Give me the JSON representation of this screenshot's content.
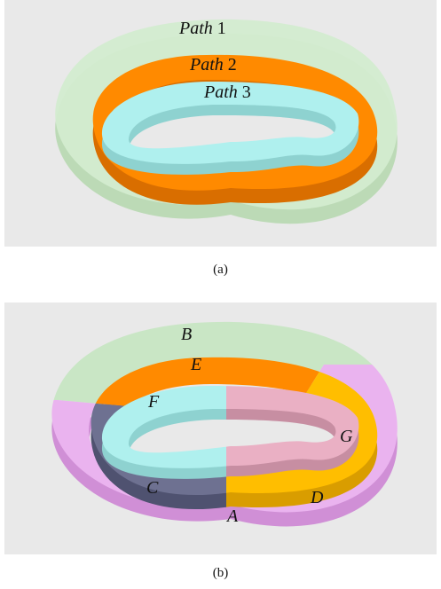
{
  "figure_a": {
    "caption": "(a)",
    "paths": [
      {
        "word": "Path",
        "num": "1",
        "color": "#c9e6c5"
      },
      {
        "word": "Path",
        "num": "2",
        "color": "#ff8a00"
      },
      {
        "word": "Path",
        "num": "3",
        "color": "#aff0ee"
      }
    ]
  },
  "figure_b": {
    "caption": "(b)",
    "regions": [
      {
        "label": "A",
        "color": "#eab3ef"
      },
      {
        "label": "B",
        "color": "#c9e6c5"
      },
      {
        "label": "C",
        "color": "#6e7191"
      },
      {
        "label": "D",
        "color": "#ffbe00"
      },
      {
        "label": "E",
        "color": "#ff8a00"
      },
      {
        "label": "F",
        "color": "#aff0ee"
      },
      {
        "label": "G",
        "color": "#eab0c4"
      }
    ]
  }
}
